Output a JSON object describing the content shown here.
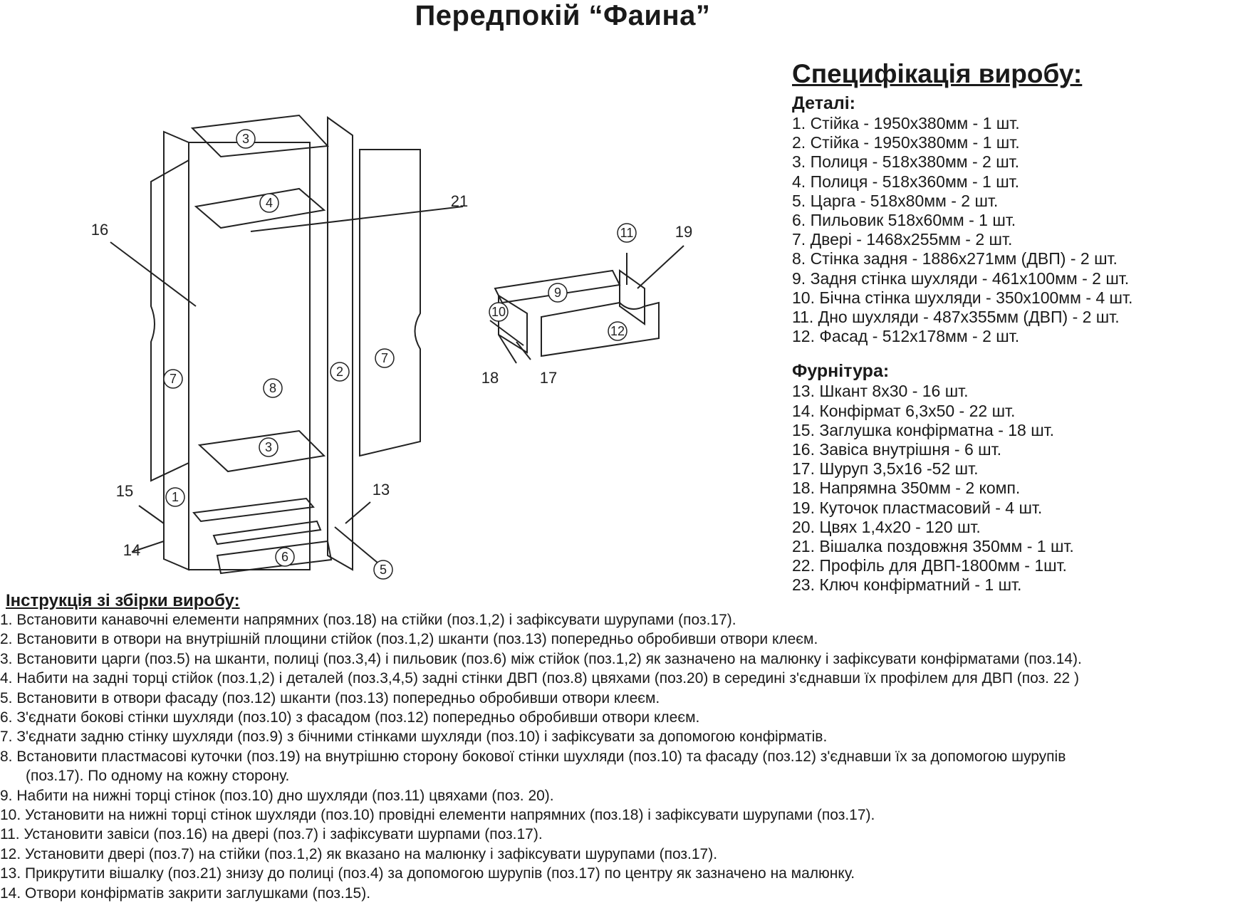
{
  "title": "Передпокій “Фаина”",
  "spec": {
    "title": "Специфікація виробу:",
    "details_heading": "Деталі:",
    "details": [
      "1. Стійка - 1950х380мм - 1 шт.",
      "2. Стійка - 1950х380мм - 1 шт.",
      "3. Полиця - 518х380мм - 2 шт.",
      "4. Полиця - 518х360мм - 1 шт.",
      "5. Царга - 518х80мм - 2 шт.",
      "6. Пильовик 518х60мм - 1 шт.",
      "7. Двері - 1468х255мм - 2 шт.",
      "8. Стінка задня - 1886х271мм (ДВП) - 2 шт.",
      "9. Задня стінка шухляди - 461х100мм - 2 шт.",
      "10. Бічна стінка шухляди - 350х100мм - 4 шт.",
      "11. Дно шухляди - 487х355мм (ДВП) - 2 шт.",
      "12. Фасад - 512х178мм - 2 шт."
    ],
    "hardware_heading": "Фурнітура:",
    "hardware": [
      "13. Шкант 8х30 - 16 шт.",
      "14. Конфірмат 6,3х50 - 22 шт.",
      "15. Заглушка конфірматна - 18 шт.",
      "16. Завіса внутрішня - 6 шт.",
      "17. Шуруп 3,5х16 -52 шт.",
      "18. Напрямна 350мм - 2 комп.",
      "19. Куточок пластмасовий - 4 шт.",
      "20. Цвях 1,4х20 - 120 шт.",
      "21. Вішалка поздовжня 350мм - 1 шт.",
      "22. Профіль для ДВП-1800мм - 1шт.",
      "23. Ключ конфірматний - 1 шт."
    ]
  },
  "instructions": {
    "title": "Інструкція зі збірки виробу:",
    "steps": [
      "1. Встановити канавочні елементи напрямних (поз.18) на стійки (поз.1,2) і зафіксувати шурупами (поз.17).",
      "2. Встановити в отвори на внутрішній площини стійок (поз.1,2) шканти (поз.13) попередньо обробивши отвори клеєм.",
      "3. Встановити царги (поз.5) на шканти, полиці (поз.3,4) і пильовик (поз.6) між стійок (поз.1,2) як зазначено на малюнку і зафіксувати конфірматами (поз.14).",
      "4. Набити на задні торці стійок (поз.1,2) і деталей (поз.3,4,5) задні стінки ДВП (поз.8) цвяхами (поз.20) в середині з'єднавши їх профілем для ДВП (поз. 22 )",
      "5. Встановити в отвори фасаду (поз.12) шканти (поз.13) попередньо обробивши отвори клеєм.",
      "6. З'єднати бокові стінки шухляди (поз.10) з фасадом (поз.12) попередньо обробивши отвори клеєм.",
      "7. З'єднати задню стінку шухляди (поз.9) з бічними стінками шухляди (поз.10) і зафіксувати за допомогою конфірматів.",
      "8. Встановити пластмасові куточки (поз.19) на внутрішню сторону бокової стінки шухляди (поз.10) та фасаду (поз.12) з'єднавши їх за допомогою шурупів",
      "(поз.17). По одному на кожну сторону.",
      "9. Набити на нижні торці стінок (поз.10) дно шухляди (поз.11) цвяхами (поз. 20).",
      "10. Установити на нижні торці стінок шухляди (поз.10) провідні елементи напрямних (поз.18) і зафіксувати шурупами (поз.17).",
      "11. Установити завіси (поз.16) на двері (поз.7) і зафіксувати шурпами (поз.17).",
      "12. Установити двері (поз.7) на стійки (поз.1,2) як вказано на малюнку і зафіксувати шурупами (поз.17).",
      "13. Прикрутити вішалку (поз.21) знизу до полиці (поз.4) за допомогою шурупів (поз.17) по центру як зазначено на малюнку.",
      "14. Отвори конфірматів закрити заглушками (поз.15)."
    ]
  },
  "diagram": {
    "labels": [
      "1",
      "2",
      "3",
      "4",
      "5",
      "6",
      "7",
      "8",
      "9",
      "10",
      "11",
      "12",
      "13",
      "14",
      "15",
      "16",
      "17",
      "18",
      "19",
      "21"
    ]
  }
}
